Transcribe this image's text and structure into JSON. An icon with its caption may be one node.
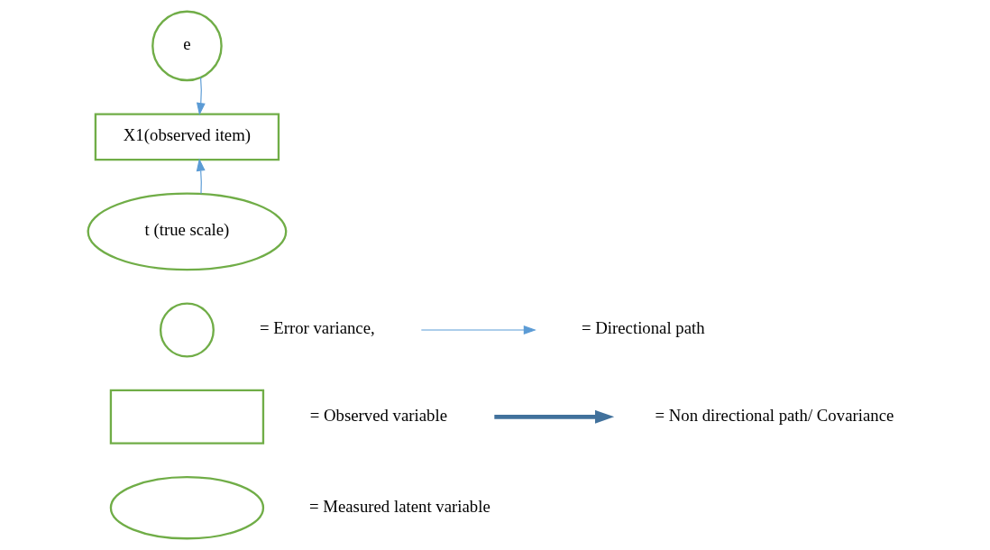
{
  "diagram": {
    "nodes": [
      {
        "text": [
          "e"
        ]
      },
      {
        "text": [
          "X1(observed item)"
        ]
      },
      {
        "text": [
          "t (true scale)"
        ]
      },
      {
        "text": [],
        "shape": "circle"
      },
      {
        "text": [],
        "shape": "box"
      },
      {
        "text": [],
        "shape": "ellipse"
      }
    ],
    "edges": [
      {
        "from": 0,
        "to": 1,
        "arrow": "to"
      },
      {
        "from": 2,
        "to": 1,
        "arrow": "to"
      }
    ],
    "legend": [
      {
        "text": "= Error variance,"
      },
      {
        "text": "= Directional path"
      },
      {
        "text": "= Observed variable"
      },
      {
        "text": "= Non directional path/ Covariance"
      },
      {
        "text": "= Measured latent variable"
      }
    ]
  }
}
